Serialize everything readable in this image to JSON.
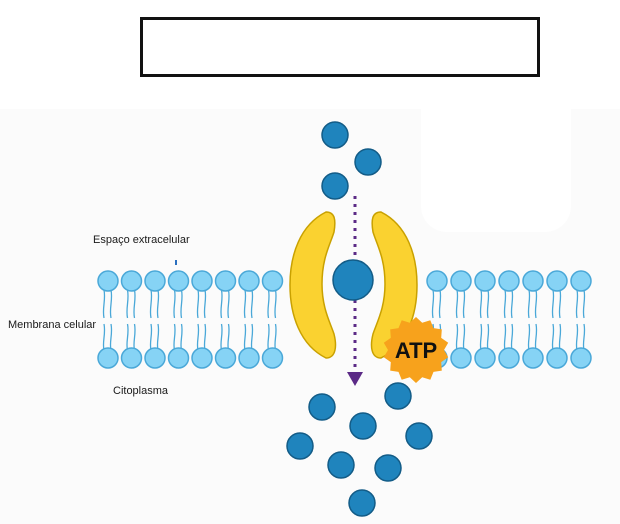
{
  "title_box": {
    "text": ""
  },
  "labels": {
    "extracellular": "Espaço extracelular",
    "membrane": "Membrana celular",
    "cytoplasm": "Citoplasma"
  },
  "atp_badge": {
    "text": "ATP"
  },
  "membrane": {
    "left_phospholipid_count": 8,
    "right_phospholipid_count": 7
  },
  "molecules": {
    "outside_count": 3,
    "in_channel_count": 1,
    "inside_count": 8
  },
  "colors": {
    "phospholipid_head": "#86d3f5",
    "phospholipid_stroke": "#4aa8d8",
    "protein_fill": "#fad230",
    "protein_stroke": "#c9a100",
    "molecule_fill": "#1f84bd",
    "molecule_stroke": "#135c87",
    "arrow": "#5b2a86",
    "atp_fill": "#f7a21c",
    "atp_text": "#111111"
  }
}
